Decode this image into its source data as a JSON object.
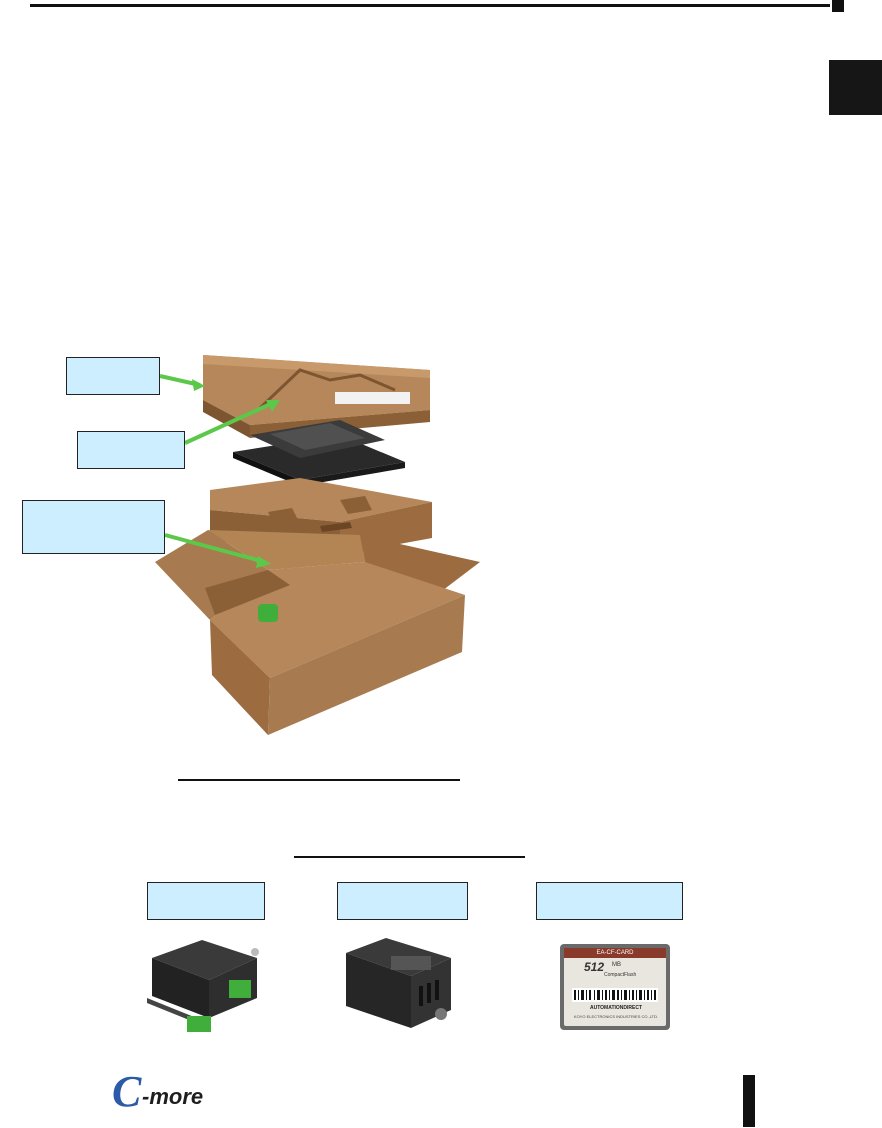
{
  "header": {
    "chapter_tab_text": ""
  },
  "figure": {
    "callouts": [
      {
        "id": "top-foam",
        "text": ""
      },
      {
        "id": "panel",
        "text": ""
      },
      {
        "id": "brackets",
        "text": ""
      }
    ],
    "box_label": ""
  },
  "accessories": {
    "items": [
      {
        "id": "accessory-1",
        "label": ""
      },
      {
        "id": "accessory-2",
        "label": ""
      },
      {
        "id": "accessory-3",
        "label": ""
      }
    ],
    "cf_card": {
      "brand_top": "EA-CF-CARD",
      "capacity": "512",
      "unit": "MB",
      "type": "CompactFlash",
      "vendor": "AUTOMATIONDIRECT",
      "fine_print": "KOYO ELECTRONICS INDUSTRIES CO.,LTD."
    }
  },
  "footer": {
    "logo_text": "-more",
    "logo_letter": "C"
  },
  "colors": {
    "cardboard": "#a87a4f",
    "cardboard_dark": "#8c6036",
    "callout_fill": "#cceeff",
    "arrow": "#5cc84a"
  }
}
